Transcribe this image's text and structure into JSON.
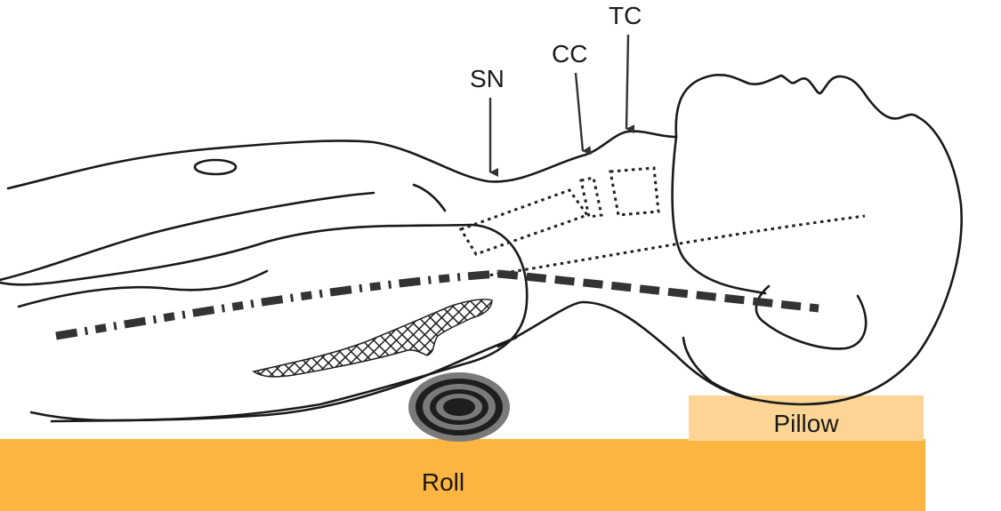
{
  "figure": {
    "subject": "Patient lying supine with neck extended over a roll and head on a pillow",
    "annotations": [
      {
        "id": "sn",
        "label": "SN"
      },
      {
        "id": "cc",
        "label": "CC"
      },
      {
        "id": "tc",
        "label": "TC"
      }
    ],
    "supports": {
      "roll": {
        "label": "Roll",
        "color": "#FBB540"
      },
      "pillow": {
        "label": "Pillow",
        "color": "#FCD595"
      }
    },
    "roll_cylinder": {
      "outer_color": "#7a7a7a",
      "inner_color": "#1e1e1e"
    },
    "line_color": "#1a1a1a",
    "axis_color": "#333333"
  }
}
